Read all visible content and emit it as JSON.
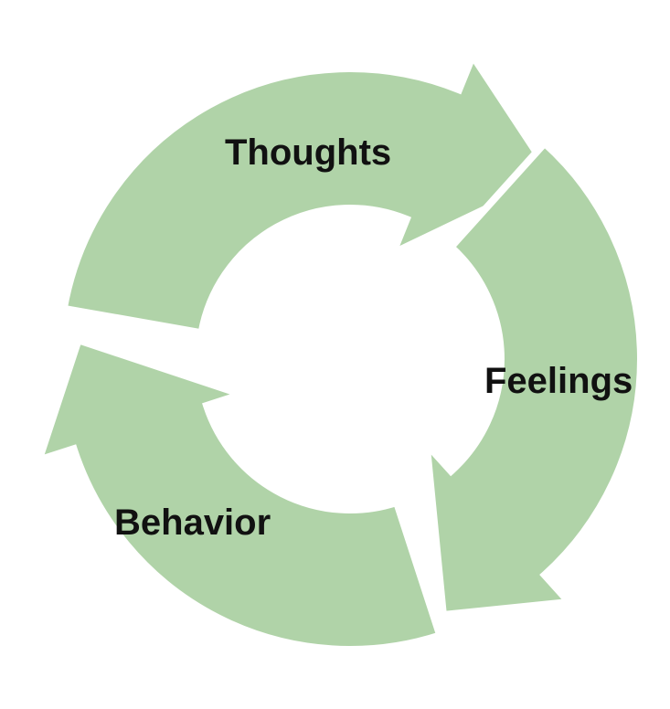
{
  "diagram": {
    "type": "cycle",
    "fill_color": "#b0d3a8",
    "steps": [
      {
        "label": "Thoughts"
      },
      {
        "label": "Feelings"
      },
      {
        "label": "Behavior"
      }
    ]
  }
}
